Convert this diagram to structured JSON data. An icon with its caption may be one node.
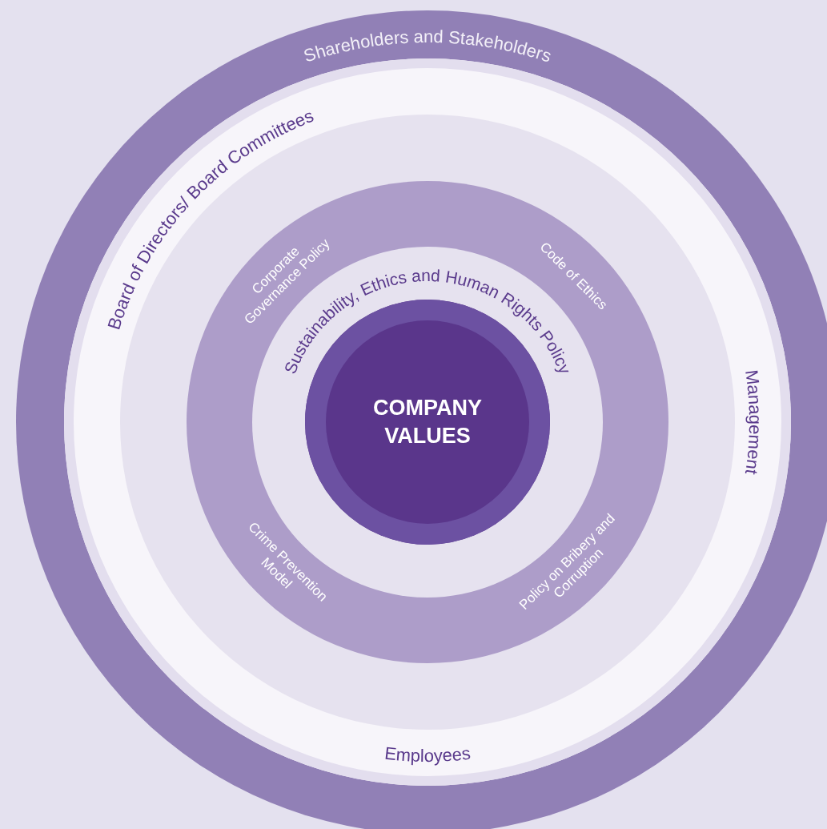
{
  "diagram": {
    "nodes": [
      {
        "text": [],
        "shape": "circle"
      },
      {
        "text": [],
        "shape": "circle",
        "in": 0
      },
      {
        "text": [],
        "shape": "circle",
        "in": 1
      },
      {
        "text": [],
        "shape": "circle",
        "in": 2
      },
      {
        "text": [],
        "shape": "circle",
        "in": 3
      },
      {
        "text": [
          "COMPANY VALUES"
        ],
        "in": 4
      }
    ],
    "labels": [
      "Shareholders and Stakeholders",
      "Board of Directors/ Board Committees",
      "Corporate Governance Policy",
      "Code of Ethics",
      "Sustainability, Ethics and Human Rights Policy",
      "Management",
      "Crime Prevention Model",
      "Policy on Bribery and Corruption",
      "Employees"
    ]
  }
}
